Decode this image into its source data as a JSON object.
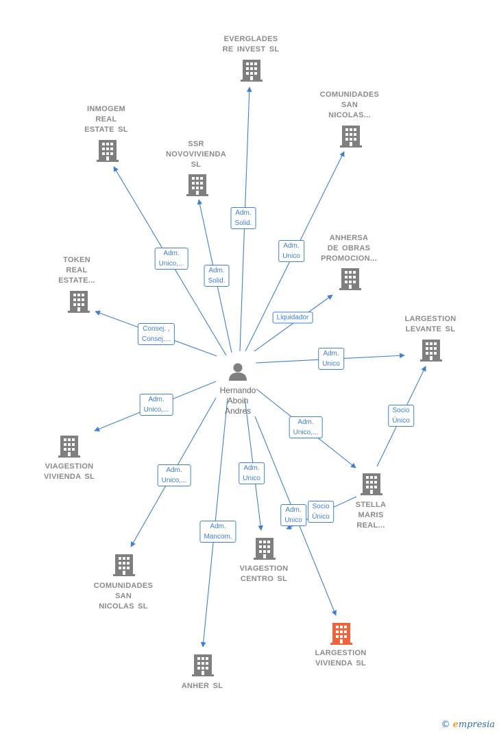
{
  "colors": {
    "edge": "#3f7fd0",
    "building": "#7f7f7f",
    "building_highlight": "#f0643c",
    "person": "#7f7f7f"
  },
  "person": {
    "name_lines": [
      "Hernando",
      "Aboin",
      "Andres"
    ],
    "icon": "person-icon"
  },
  "companies": [
    {
      "id": "everglades",
      "lines": [
        "EVERGLADES",
        "RE INVEST  SL"
      ],
      "icon": "building-icon"
    },
    {
      "id": "comunidades-san-nicolas-top",
      "lines": [
        "COMUNIDADES",
        "SAN",
        "NICOLAS..."
      ],
      "icon": "building-icon"
    },
    {
      "id": "inmogem",
      "lines": [
        "INMOGEM",
        "REAL",
        "ESTATE  SL"
      ],
      "icon": "building-icon"
    },
    {
      "id": "ssr-novovivienda",
      "lines": [
        "SSR",
        "NOVOVIVIENDA",
        "SL"
      ],
      "icon": "building-icon"
    },
    {
      "id": "anhersa",
      "lines": [
        "ANHERSA",
        "DE OBRAS",
        "PROMOCION..."
      ],
      "icon": "building-icon"
    },
    {
      "id": "token",
      "lines": [
        "TOKEN",
        "REAL",
        "ESTATE..."
      ],
      "icon": "building-icon"
    },
    {
      "id": "largestion-levante",
      "lines": [
        "LARGESTION",
        "LEVANTE  SL"
      ],
      "icon": "building-icon"
    },
    {
      "id": "viagestion-vivienda",
      "lines": [
        "VIAGESTION",
        "VIVIENDA  SL"
      ],
      "icon": "building-icon"
    },
    {
      "id": "stella-maris",
      "lines": [
        "STELLA",
        "MARIS",
        "REAL..."
      ],
      "icon": "building-icon"
    },
    {
      "id": "viagestion-centro",
      "lines": [
        "VIAGESTION",
        "CENTRO  SL"
      ],
      "icon": "building-icon"
    },
    {
      "id": "comunidades-san-nicolas-sl",
      "lines": [
        "COMUNIDADES",
        "SAN",
        "NICOLAS  SL"
      ],
      "icon": "building-icon"
    },
    {
      "id": "largestion-vivienda",
      "lines": [
        "LARGESTION",
        "VIVIENDA  SL"
      ],
      "icon": "building-icon",
      "highlight": true
    },
    {
      "id": "anher",
      "lines": [
        "ANHER  SL"
      ],
      "icon": "building-icon"
    }
  ],
  "edges": [
    {
      "from": "person",
      "to": "everglades",
      "label_lines": [
        "Adm.",
        "Solid."
      ]
    },
    {
      "from": "person",
      "to": "comunidades-san-nicolas-top",
      "label_lines": [
        "Adm.",
        "Unico"
      ]
    },
    {
      "from": "person",
      "to": "inmogem",
      "label_lines": [
        "Adm.",
        "Unico,..."
      ]
    },
    {
      "from": "person",
      "to": "ssr-novovivienda",
      "label_lines": [
        "Adm.",
        "Solid."
      ]
    },
    {
      "from": "person",
      "to": "anhersa",
      "label_lines": [
        "Liquidador"
      ]
    },
    {
      "from": "person",
      "to": "token",
      "label_lines": [
        "Consej. ,",
        "Consej...."
      ]
    },
    {
      "from": "person",
      "to": "largestion-levante",
      "label_lines": [
        "Adm.",
        "Unico"
      ]
    },
    {
      "from": "person",
      "to": "viagestion-vivienda",
      "label_lines": [
        "Adm.",
        "Unico,..."
      ]
    },
    {
      "from": "person",
      "to": "stella-maris",
      "label_lines": [
        "Adm.",
        "Unico,..."
      ]
    },
    {
      "from": "stella-maris",
      "to": "largestion-levante",
      "label_lines": [
        "Socio",
        "Único"
      ]
    },
    {
      "from": "person",
      "to": "viagestion-centro",
      "label_lines": [
        "Adm.",
        "Unico"
      ]
    },
    {
      "from": "person",
      "to": "comunidades-san-nicolas-sl",
      "label_lines": [
        "Adm.",
        "Unico,..."
      ]
    },
    {
      "from": "person",
      "to": "largestion-vivienda",
      "label_lines": [
        "Adm.",
        "Unico"
      ]
    },
    {
      "from": "stella-maris",
      "to": "largestion-vivienda",
      "label_lines": [
        "Socio",
        "Único"
      ]
    },
    {
      "from": "person",
      "to": "anher",
      "label_lines": [
        "Adm.",
        "Mancom."
      ]
    }
  ],
  "footer": {
    "copyright": "©",
    "brand_initial": "e",
    "brand_rest": "mpresia"
  }
}
